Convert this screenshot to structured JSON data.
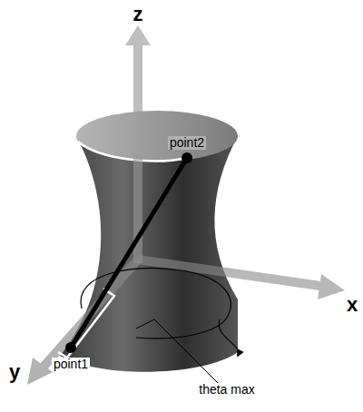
{
  "diagram": {
    "labels": [
      "z",
      "point2",
      "x",
      "y",
      "point1",
      "theta max"
    ]
  }
}
